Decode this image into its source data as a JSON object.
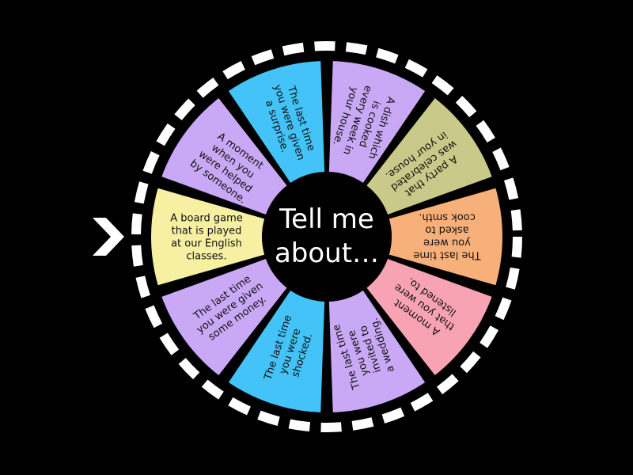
{
  "wheel": {
    "center_text": [
      "Tell me",
      "about…"
    ],
    "segments": [
      {
        "lines": [
          "A board game",
          "that is played",
          "at our English",
          "classes."
        ],
        "color": "#f7f0a3"
      },
      {
        "lines": [
          "A moment",
          "when you",
          "were helped",
          "by someone."
        ],
        "color": "#c9a8f5"
      },
      {
        "lines": [
          "The last time",
          "you were given",
          "a surprise."
        ],
        "color": "#43c3f7"
      },
      {
        "lines": [
          "A dish which",
          "is cooked",
          "every week in",
          "your house."
        ],
        "color": "#c9a8f5"
      },
      {
        "lines": [
          "A party that",
          "was celebrated",
          "in your house."
        ],
        "color": "#c9c98a"
      },
      {
        "lines": [
          "The last time",
          "you were",
          "asked to",
          "cook smth."
        ],
        "color": "#f7b07a"
      },
      {
        "lines": [
          "A moment",
          "that you were",
          "listened to."
        ],
        "color": "#f7a3b3"
      },
      {
        "lines": [
          "The last time",
          "you were",
          "invited to",
          "a wedding."
        ],
        "color": "#c9a8f5"
      },
      {
        "lines": [
          "The last time",
          "you were",
          "shocked."
        ],
        "color": "#43c3f7"
      },
      {
        "lines": [
          "The last time",
          "you were given",
          "some money."
        ],
        "color": "#c9a8f5"
      }
    ]
  },
  "pointer": {
    "icon": "chevron-right-icon",
    "color": "#ffffff"
  }
}
